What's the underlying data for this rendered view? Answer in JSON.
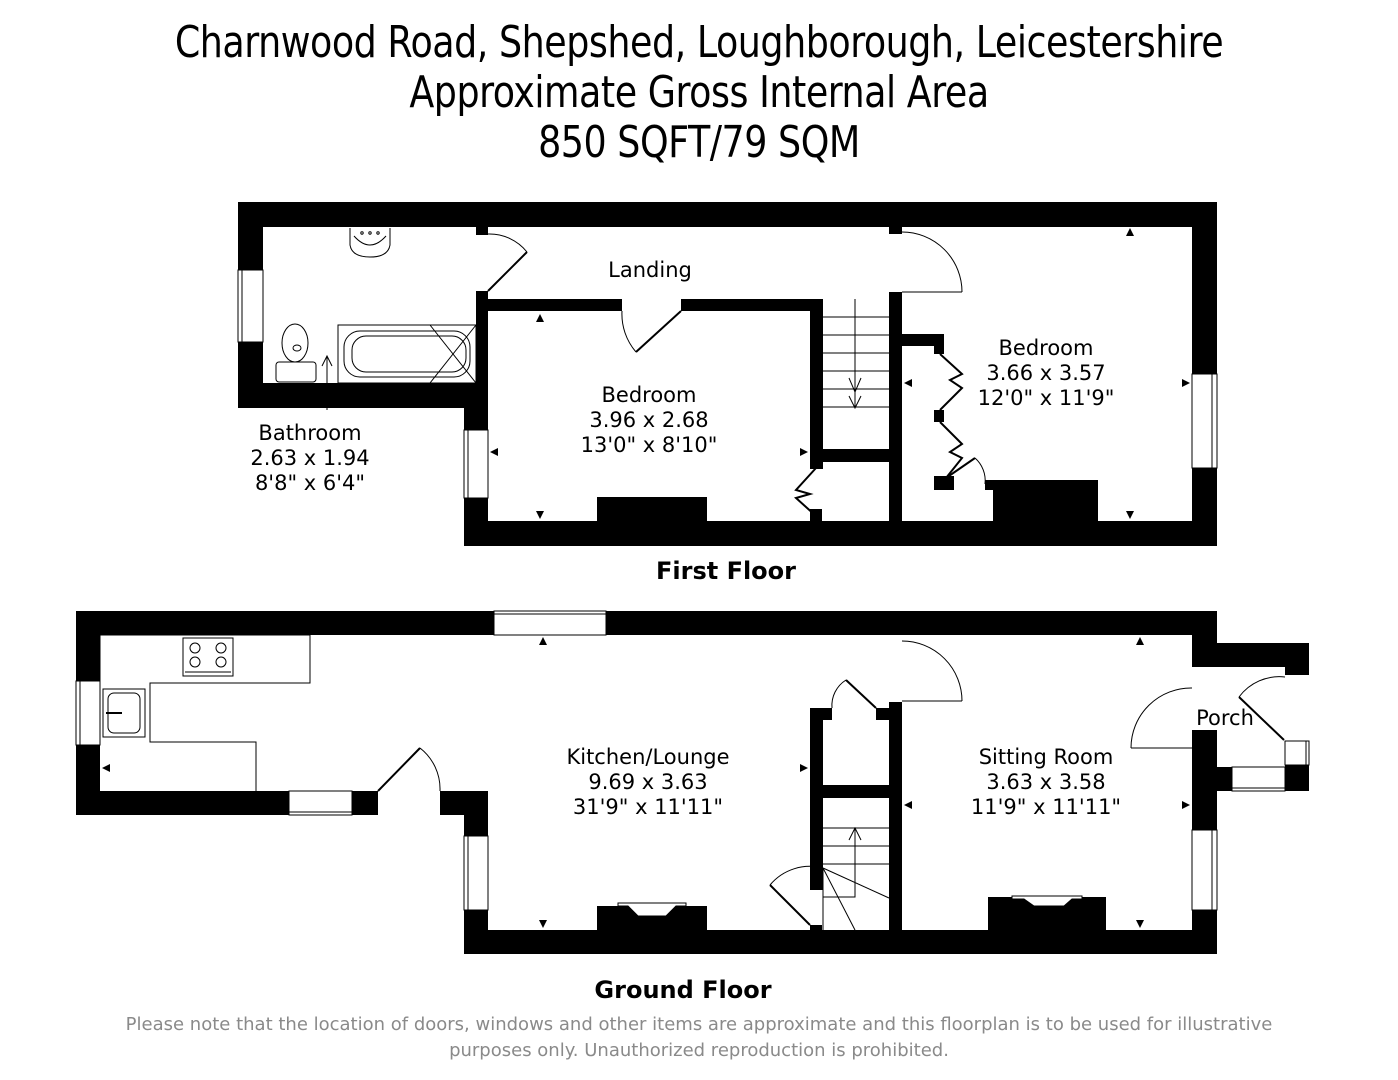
{
  "header": {
    "address": "Charnwood Road, Shepshed, Loughborough, Leicestershire",
    "subtitle": "Approximate Gross Internal Area",
    "area": "850 SQFT/79 SQM"
  },
  "floors": {
    "first": {
      "label": "First Floor",
      "rooms": [
        {
          "name": "Landing",
          "metric": "",
          "imperial": ""
        },
        {
          "name": "Bathroom",
          "metric": "2.63 x 1.94",
          "imperial": "8'8\" x 6'4\""
        },
        {
          "name": "Bedroom",
          "metric": "3.96 x 2.68",
          "imperial": "13'0\" x 8'10\""
        },
        {
          "name": "Bedroom",
          "metric": "3.66 x 3.57",
          "imperial": "12'0\" x 11'9\""
        }
      ]
    },
    "ground": {
      "label": "Ground Floor",
      "rooms": [
        {
          "name": "Kitchen/Lounge",
          "metric": "9.69 x 3.63",
          "imperial": "31'9\" x 11'11\""
        },
        {
          "name": "Sitting Room",
          "metric": "3.63 x 3.58",
          "imperial": "11'9\" x 11'11\""
        },
        {
          "name": "Porch",
          "metric": "",
          "imperial": ""
        }
      ]
    }
  },
  "icons": [
    "basin-icon",
    "toilet-icon",
    "bath-icon",
    "hob-icon",
    "sink-icon",
    "fireplace-icon",
    "stairs-icon",
    "door-swing-icon",
    "window-icon",
    "dimension-arrow-icon"
  ],
  "disclaimer": {
    "line1": "Please note that the location of doors, windows and other items are approximate and this floorplan is to be used for illustrative",
    "line2": "purposes only. Unauthorized reproduction is prohibited."
  },
  "colors": {
    "wall": "#000000",
    "background": "#ffffff",
    "disclaimer_text": "#8a8a8a"
  }
}
